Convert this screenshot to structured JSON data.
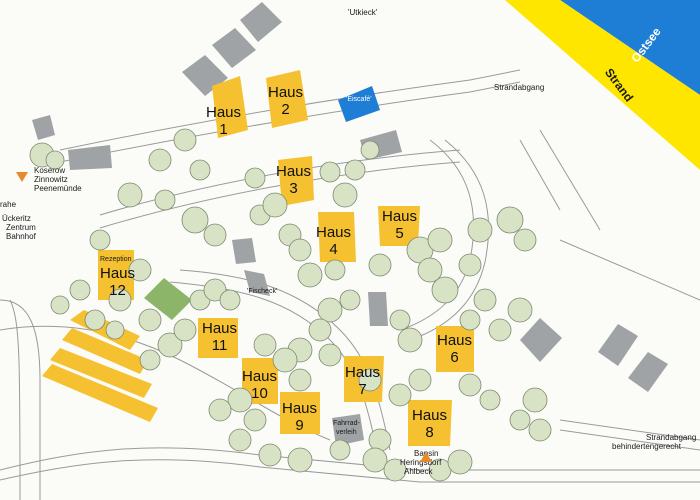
{
  "colors": {
    "house": "#f5c131",
    "sea": "#1e7ed6",
    "beach": "#ffe600",
    "tree_fill": "#d8e3c5",
    "parking": "#f5c131",
    "pool": "#1e7ed6",
    "grey_building": "#9fa3a6",
    "green_field": "#8db56a",
    "marker": "#e8892b"
  },
  "labels": {
    "sea": "Ostsee",
    "beach": "Strand",
    "utkieck": "'Utkieck'",
    "strandabgang": "Strandabgang",
    "eiscafe": "'Eiscafé'",
    "fischeck": "'Fischeck'",
    "rezeption": "Rezeption",
    "fahrradverleih_1": "Fahrrad-",
    "fahrradverleih_2": "verleih",
    "strandabgang_2": "Strandabgang",
    "strandabgang_2b": "behindertengerecht",
    "left_top_1": "Koserow",
    "left_top_2": "Zinnowitz",
    "left_top_3": "Peenemünde",
    "left_mid_1": "Ückeritz",
    "left_mid_2": "Zentrum",
    "left_mid_3": "Bahnhof",
    "left_cut": "rahe",
    "bottom_1": "Bansin",
    "bottom_2": "Heringsdorf",
    "bottom_3": "Ahlbeck"
  },
  "houses": [
    {
      "word": "Haus",
      "num": "1"
    },
    {
      "word": "Haus",
      "num": "2"
    },
    {
      "word": "Haus",
      "num": "3"
    },
    {
      "word": "Haus",
      "num": "4"
    },
    {
      "word": "Haus",
      "num": "5"
    },
    {
      "word": "Haus",
      "num": "6"
    },
    {
      "word": "Haus",
      "num": "7"
    },
    {
      "word": "Haus",
      "num": "8"
    },
    {
      "word": "Haus",
      "num": "9"
    },
    {
      "word": "Haus",
      "num": "10"
    },
    {
      "word": "Haus",
      "num": "11"
    },
    {
      "word": "Haus",
      "num": "12"
    }
  ]
}
